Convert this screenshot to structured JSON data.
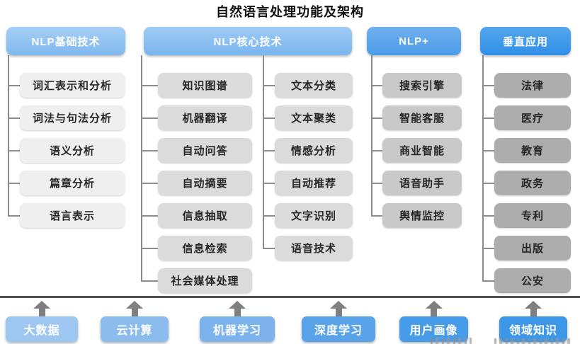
{
  "title": "自然语言处理功能及架构",
  "connector_color": "#8C8C8C",
  "separator_color": "#4F4F4F",
  "arrow_color": "#7F7F7F",
  "columns": [
    {
      "name": "nlp-basic",
      "header": "NLP基础技术",
      "header_gradient": [
        "#A6CFF5",
        "#7FB8EF"
      ],
      "item_bg": "#EFEFEF",
      "groups": [
        [
          "词汇表示和分析",
          "词法与句法分析",
          "语义分析",
          "篇章分析",
          "语言表示"
        ]
      ]
    },
    {
      "name": "nlp-core",
      "header": "NLP核心技术",
      "header_gradient": [
        "#9FCBF4",
        "#7AB5EE"
      ],
      "item_bg": "#DBDBDB",
      "groups": [
        [
          "知识图谱",
          "机器翻译",
          "自动问答",
          "自动摘要",
          "信息抽取",
          "信息检索",
          "社会媒体处理"
        ],
        [
          "文本分类",
          "文本聚类",
          "情感分析",
          "自动推荐",
          "文字识别",
          "语音技术"
        ]
      ]
    },
    {
      "name": "nlp-plus",
      "header": "NLP+",
      "header_gradient": [
        "#6FAFED",
        "#4C9DE9"
      ],
      "item_bg": "#C9C9C9",
      "groups": [
        [
          "搜索引擎",
          "智能客服",
          "商业智能",
          "语音助手",
          "舆情监控"
        ]
      ]
    },
    {
      "name": "vertical-apps",
      "header": "垂直应用",
      "header_gradient": [
        "#55A5EC",
        "#2F90E7"
      ],
      "item_bg": "#ADADAD",
      "groups": [
        [
          "法律",
          "医疗",
          "教育",
          "政务",
          "专利",
          "出版",
          "公安"
        ]
      ]
    }
  ],
  "foundation": {
    "items": [
      {
        "label": "大数据",
        "color": "#9DC6F0"
      },
      {
        "label": "云计算",
        "color": "#8CBCEE"
      },
      {
        "label": "机器学习",
        "color": "#7DB3EC"
      },
      {
        "label": "深度学习",
        "color": "#58A3EA"
      },
      {
        "label": "用户画像",
        "color": "#479CE9"
      },
      {
        "label": "领域知识",
        "color": "#3D97E8"
      }
    ]
  }
}
